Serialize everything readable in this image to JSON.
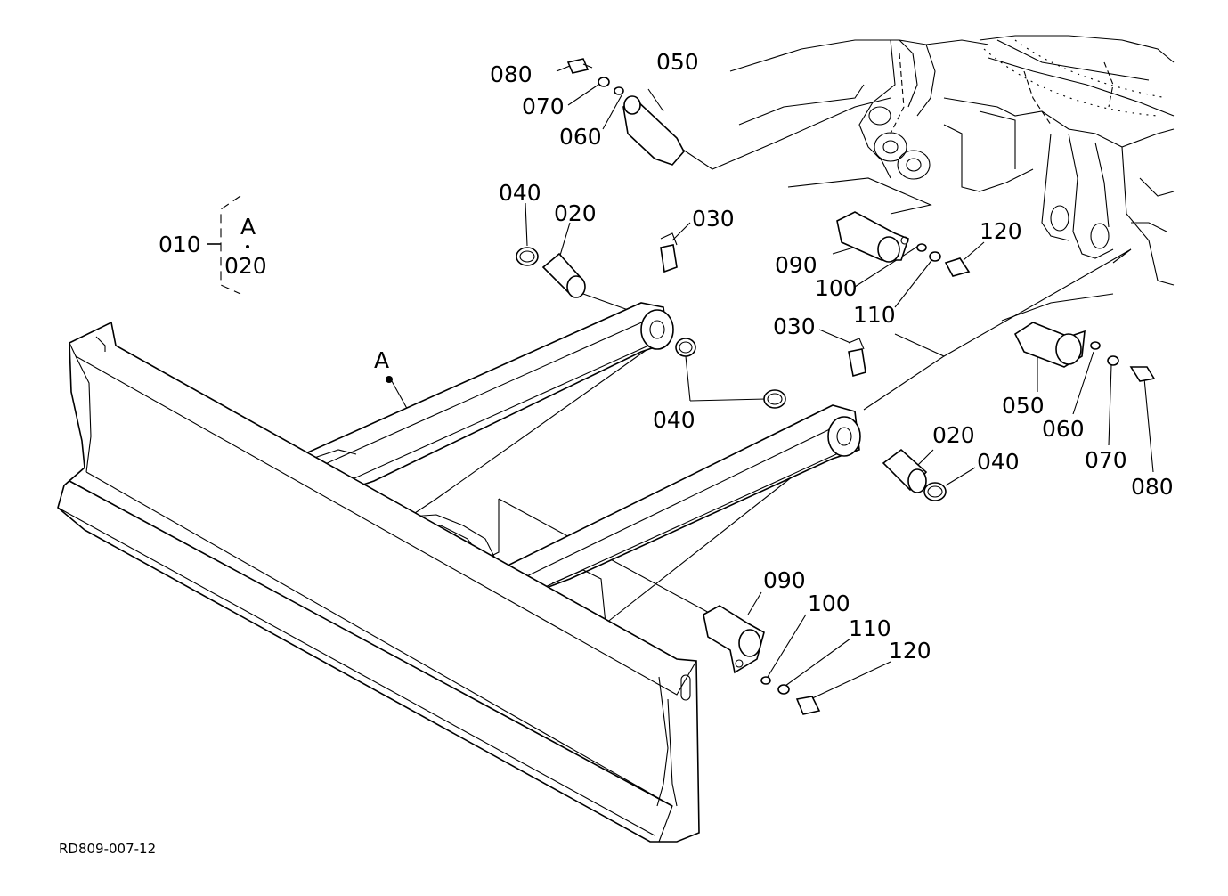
{
  "document_code": "RD809-007-12",
  "assembly": {
    "number": "010",
    "group_letter": "A",
    "group_part": "020"
  },
  "blade_marker": "A",
  "callouts": {
    "top_080": "080",
    "top_070": "070",
    "top_060": "060",
    "top_050": "050",
    "left_040": "040",
    "left_020": "020",
    "left_030": "030",
    "mid_040": "040",
    "right_030": "030",
    "upper_090": "090",
    "upper_100": "100",
    "upper_110": "110",
    "upper_120": "120",
    "right_050": "050",
    "right_060": "060",
    "right_070": "070",
    "right_080": "080",
    "right_020": "020",
    "right_040": "040",
    "lower_090": "090",
    "lower_100": "100",
    "lower_110": "110",
    "lower_120": "120"
  }
}
